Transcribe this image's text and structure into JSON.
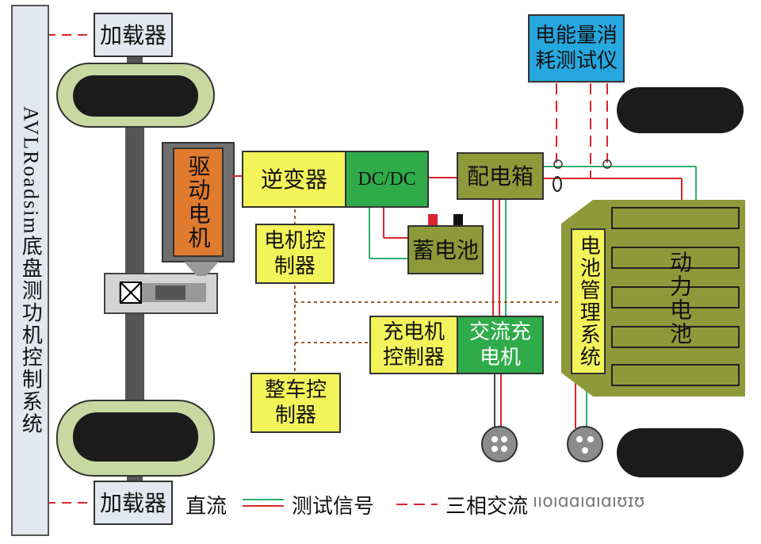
{
  "side_panel": {
    "label": "AVLRoadsim底盘测功机控制系统"
  },
  "loaders": {
    "top": "加载器",
    "bottom": "加载器"
  },
  "components": {
    "drive_motor": "驱动电机",
    "inverter": "逆变器",
    "dcdc": "DC/DC",
    "distribution_box": "配电箱",
    "battery_12v": "蓄电池",
    "motor_controller": "电机控制器",
    "charger_controller": "充电机控制器",
    "ac_charger": "交流充电机",
    "vehicle_controller": "整车控制器",
    "bms": "电池管理系统",
    "power_battery": "动力电池",
    "energy_meter": "电能量消耗测试仪"
  },
  "legend": {
    "dc": "直流",
    "test_signal": "测试信号",
    "three_phase_ac": "三相交流",
    "trailing": "ııoıɑɑıɑıɑıʊɪʊ"
  },
  "colors": {
    "power_line": "#d9262c",
    "signal_line": "#2fae6e",
    "control_line": "#9b5a2a",
    "block_yellow": "#f3f35a",
    "block_green": "#2fab4a",
    "block_olive": "#8e9a3a",
    "meter_blue": "#27a7df"
  }
}
